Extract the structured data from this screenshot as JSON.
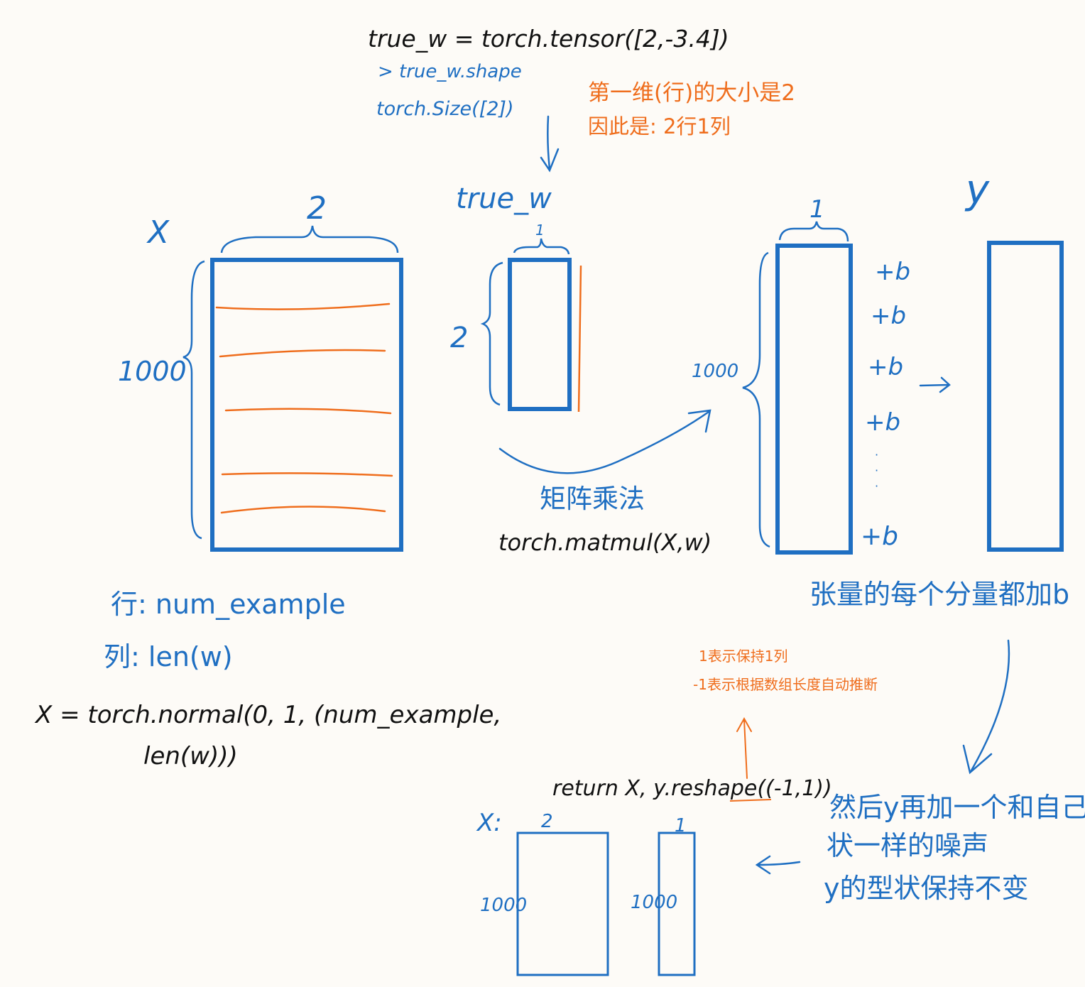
{
  "colors": {
    "ink": "#111111",
    "blue": "#1f6fc2",
    "orange": "#ef6d1c",
    "paper": "#fdfbf7"
  },
  "top": {
    "code": "true_w = torch.tensor([2,-3.4])",
    "shape_cmd": "> true_w.shape",
    "shape_out": "torch.Size([2])",
    "note_line1": "第一维(行)的大小是2",
    "note_line2": "因此是: 2行1列"
  },
  "x_matrix": {
    "name": "X",
    "cols_label": "2",
    "rows_label": "1000"
  },
  "w_vector": {
    "name": "true_w",
    "cols_label": "1",
    "rows_label": "2"
  },
  "matmul": {
    "label_cn": "矩阵乘法",
    "code": "torch.matmul(X,w)"
  },
  "result": {
    "cols_label": "1",
    "rows_label": "1000",
    "plus_b": [
      "+b",
      "+b",
      "+b",
      "+b",
      "+b"
    ],
    "dots": "·\n·\n·",
    "note": "张量的每个分量都加b"
  },
  "y_vector": {
    "name": "y"
  },
  "x_notes": {
    "rows": "行: num_example",
    "cols": "列: len(w)",
    "code_line1": "X = torch.normal(0, 1, (num_example,",
    "code_line2": "len(w)))"
  },
  "bottom": {
    "return_code": "return X, y.reshape((-1,1))",
    "orange_note1": "1表示保持1列",
    "orange_note2": "-1表示根据数组长度自动推断",
    "x_label": "X:",
    "x_cols": "2",
    "x_rows": "1000",
    "y_cols": "1",
    "y_rows": "1000",
    "noise_line1": "然后y再加一个和自己型",
    "noise_line2": "状一样的噪声",
    "noise_line3": "y的型状保持不变"
  }
}
